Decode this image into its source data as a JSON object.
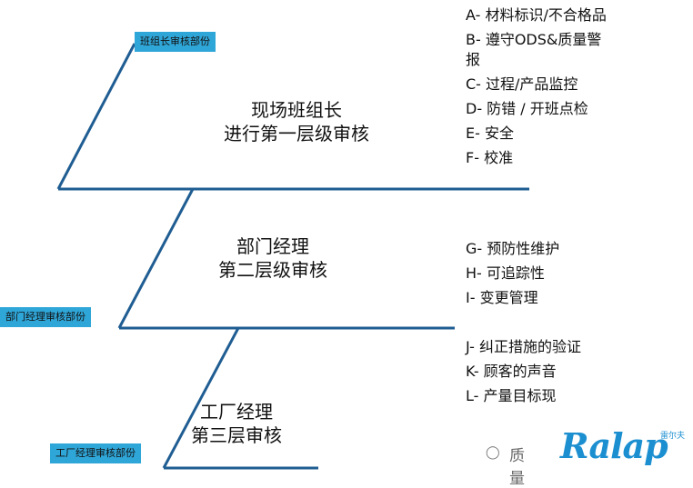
{
  "levels": [
    {
      "tag": "班组长审核部份",
      "title_line1": "现场班组长",
      "title_line2": "进行第一层级审核",
      "items": [
        "A- 材料标识/不合格品",
        "B- 遵守ODS&质量警报",
        "C- 过程/产品监控",
        "D- 防错 / 开班点检",
        "E- 安全",
        "F- 校准"
      ]
    },
    {
      "tag": "部门经理审核部份",
      "title_line1": "部门经理",
      "title_line2": "第二层级审核",
      "items": [
        "G- 预防性维护",
        "H- 可追踪性",
        "I- 变更管理"
      ]
    },
    {
      "tag": "工厂经理审核部份",
      "title_line1": "工厂经理",
      "title_line2": "第三层审核",
      "items": [
        "J- 纠正措施的验证",
        "K- 顾客的声音",
        "L- 产量目标现"
      ]
    }
  ],
  "watermark": {
    "chat_icon": "chat-bubble-icon",
    "text": "质量",
    "brand": "Ralap",
    "brand_sub": "雷尔夫"
  },
  "colors": {
    "tag_background": "#2fa6d8",
    "line": "#1f5d92",
    "brand": "#1c8fd1"
  }
}
